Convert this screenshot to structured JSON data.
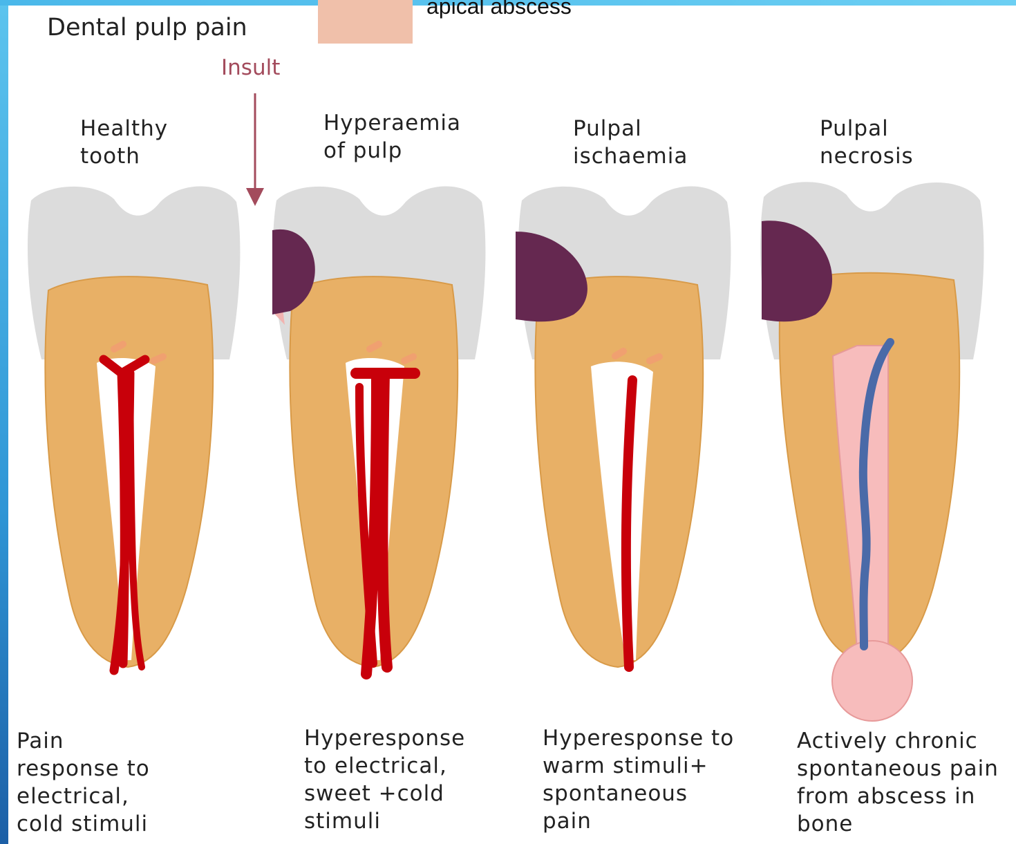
{
  "legend": {
    "abscess_label": "apical abscess",
    "abscess_color": "#f0c0aa"
  },
  "title": "Dental pulp pain",
  "insult_label": "Insult",
  "stages": [
    {
      "title": "Healthy\ntooth",
      "caption": "Pain\nresponse to\nelectrical,\ncold stimuli"
    },
    {
      "title": "Hyperaemia\nof pulp",
      "caption": "Hyperesponse\nto electrical,\nsweet +cold\nstimuli"
    },
    {
      "title": "Pulpal\nischaemia",
      "caption": "Hyperesponse to\nwarm stimuli+\nspontaneous\npain"
    },
    {
      "title": "Pulpal\nnecrosis",
      "caption": "Actively chronic\nspontaneous pain\nfrom abscess in\nbone"
    }
  ],
  "colors": {
    "enamel": "#dcdcdc",
    "dentine": "#e8b066",
    "pulp_vessel": "#c8000a",
    "vein": "#4a6aa8",
    "necrotic_pulp": "#f7bcbc",
    "overlay_marker": "#652850",
    "insult_arrow": "#a34b5c",
    "frame_accent": "#2f96d6"
  }
}
